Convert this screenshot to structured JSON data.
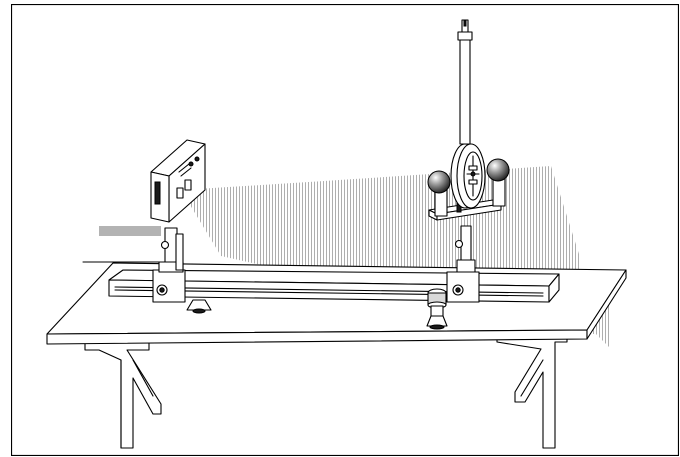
{
  "figure": {
    "components": [
      "laser-source",
      "optical-bench",
      "torsion-balance",
      "workbench",
      "wall-brackets"
    ]
  },
  "colors": {
    "line": "#000000",
    "beam_shade": "#9a9a9a",
    "metal": "#d9d9d9",
    "background": "#ffffff"
  }
}
